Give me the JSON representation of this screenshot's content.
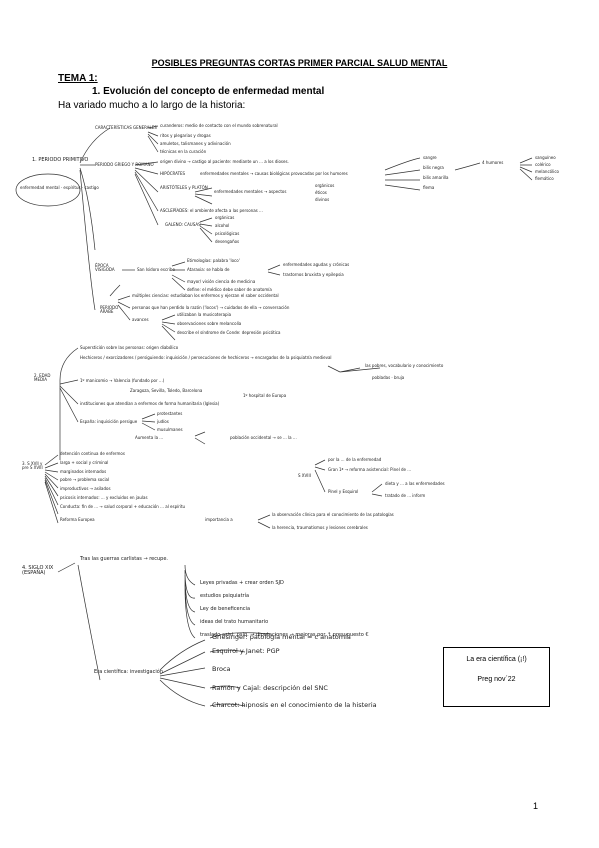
{
  "header": {
    "title": "POSIBLES PREGUNTAS CORTAS PRIMER PARCIAL SALUD MENTAL",
    "tema": "TEMA 1:",
    "section": "1.   Evolución del concepto de enfermedad mental",
    "intro": "Ha variado mucho a lo largo de la historia:"
  },
  "notes": {
    "periodo_primitivo": "1. PERIODO PRIMITIVO",
    "periodo_primitivo_note": "enfermedad mental · espíritus · castigo",
    "caracteristicas": "CARACTERÍSTICAS GENERALES",
    "carac_1": "curanderos: medio de contacto con el mundo sobrenatural",
    "carac_2": "ritos y plegarias y drogas",
    "carac_3": "amuletos, talismanes y adivinación",
    "carac_4": "técnicas en la curación",
    "griego_romano": "PERIODO GRIEGO Y ROMANO",
    "griego_1": "origen divino → castigo al paciente: mediante un ... a los dioses.",
    "hipocrates": "HIPÓCRATES",
    "hipocrates_1": "enfermedades mentales → causas biológicas provocadas por los humores",
    "humores": [
      "sangre",
      "bilis negra",
      "bilis amarilla",
      "flema"
    ],
    "hipocrates_humores": "4 humores",
    "temperamentos": [
      "sanguíneo",
      "colérico",
      "melancólico",
      "flemático"
    ],
    "aristoteles": "ARISTÓTELES y PLATÓN",
    "aristoteles_1": "enfermedades mentales → aspectos",
    "aspectos": [
      "orgánicos",
      "éticos",
      "divinos"
    ],
    "asclepiades": "ASCLEPÍADES: el ambiente afecta a las personas ...",
    "galeno": "GALENO: CAUSAS",
    "galeno_causas": [
      "orgánicas",
      "alcohol",
      "psicológicas",
      "desengaños"
    ],
    "epoca_visigoda": "ÉPOCA VISIGODA",
    "isidoro": "San Isidoro escribe",
    "isidoro_1": "Etimologías: palabra 'loco'",
    "isidoro_2": "Ataraxia: se habla de",
    "isidoro_2b": "enfermedades agudas y crónicas",
    "isidoro_2c": "trastornos bruxista y epilepsia",
    "isidoro_3": "mayor/ visión ciencia de medicina",
    "isidoro_4": "define: el médico debe saber de anatomía",
    "periodo_arabe": "PERIODO ÁRABE",
    "arabe_1": "múltiples ciencias: estudiaban los enfermos y ejerzan el saber occidental",
    "arabe_2": "personas que han perdido la razón ('locos') → cuidados de ella → conversación",
    "arabe_3": "avances",
    "arabe_3a": "utilizaban la musicoterapia",
    "arabe_3b": "observaciones sobre melancolía",
    "arabe_3c": "describe el síndrome de Conde: depresión psicótica",
    "edad_media": "2. EDAD MEDIA",
    "media_1": "Superstición sobre las personas: origen diabólico",
    "media_2": "Hechiceros / exorcizadores / persiguiendo: inquisición / persecuciones de hechiceros → encargados de la psiquiatría medieval",
    "media_3": "las pobres, vocabulario y conocimiento",
    "media_3b": "pobladas · bruja",
    "media_4": "1º manicomio → Valencia (fundado por ...)",
    "media_5": "Zaragoza, Sevilla, Toledo, Barcelona",
    "media_6": "instituciones que atendían a enfermos de forma humanitaria (Iglesia)",
    "media_6b": "1º hospital de Europa",
    "media_7": "España: inquisición persigue",
    "media_7a": [
      "protestantes",
      "judíos",
      "musulmanes"
    ],
    "media_8": "Aumenta la ...",
    "media_8b": "población occidental → se ... la ...",
    "siglos": "3. S XVII y pre S XVIII",
    "siglos_1": "detención continua de enfermos",
    "siglos_2": "larga + social y criminal",
    "siglos_3": "marginados internados",
    "siglos_4": "pobre → problema social",
    "siglos_5": "improductivos → asilados",
    "siglos_6": "psicosis internados: ... y excluidos en jaulas",
    "siglos_7": "Conducta: fin de ... → salud corporal + educación ... al espíritu",
    "siglos_8": "Reforma Europea",
    "siglos_8a": "importancia a",
    "siglos_8b": "la observación clínica para el conocimiento de las patologías",
    "siglos_8c": "la herencia, traumatismos y lesiones cerebrales",
    "s_xviii": "S XVIII",
    "xviii_1": "por la ... de la enfermedad",
    "xviii_2": "Gran 1ª → reforma asistencial: Pinel de ...",
    "xviii_3": "Pinel y Esquirol",
    "xviii_3a": "dieta y ... a las enfermedades",
    "xviii_3b": "tratado de ... inform",
    "siglo_xix": "4. SIGLO XIX (ESPAÑA)",
    "xix_1": "Tras las guerras carlistas → recupe.",
    "xix_2": "Leyes privadas + crear orden SJD",
    "xix_3": "estudios psiquiatría",
    "xix_4": "Ley de beneficencia",
    "xix_5": "ideas del trato humanitario",
    "xix_6": "traslado asist. psiq. → diputaciones → mejoras por ↑ presupuesto €",
    "era_cientifica": "Era científica: investigación",
    "ciencia_1": "Griesinger: patología mental ≈ c anatomía",
    "ciencia_2": "Esquirol y Janet: PGP",
    "ciencia_3": "Broca",
    "ciencia_4": "Ramón y Cajal: descripción del SNC",
    "ciencia_5": "Charcot: hipnosis en el conocimiento de la histeria"
  },
  "stamp": {
    "line1": "La era científica (¡!)",
    "line2": "Preg nov´22"
  },
  "page_number": "1"
}
